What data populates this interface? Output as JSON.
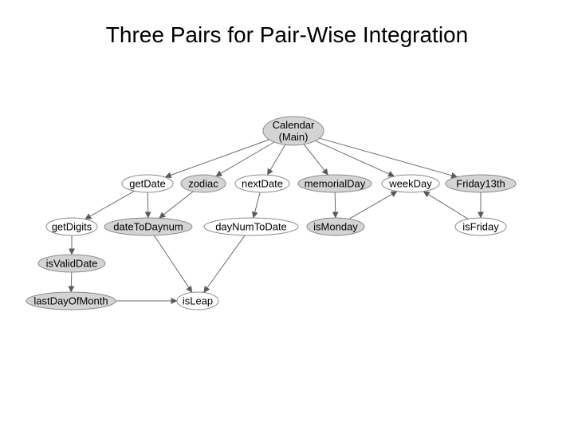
{
  "title": "Three Pairs for Pair-Wise Integration",
  "colors": {
    "shaded_fill": "#d4d4d4",
    "plain_fill": "#ffffff",
    "outline": "#8a8a8a",
    "edge": "#6a6a6a"
  },
  "nodes": [
    {
      "id": "calendar",
      "lines": [
        "Calendar",
        "(Main)"
      ],
      "shaded": true
    },
    {
      "id": "getDate",
      "lines": [
        "getDate"
      ],
      "shaded": false
    },
    {
      "id": "zodiac",
      "lines": [
        "zodiac"
      ],
      "shaded": true
    },
    {
      "id": "nextDate",
      "lines": [
        "nextDate"
      ],
      "shaded": false
    },
    {
      "id": "memorialDay",
      "lines": [
        "memorialDay"
      ],
      "shaded": true
    },
    {
      "id": "weekDay",
      "lines": [
        "weekDay"
      ],
      "shaded": false
    },
    {
      "id": "friday13th",
      "lines": [
        "Friday13th"
      ],
      "shaded": true
    },
    {
      "id": "getDigits",
      "lines": [
        "getDigits"
      ],
      "shaded": false
    },
    {
      "id": "dateToDaynum",
      "lines": [
        "dateToDaynum"
      ],
      "shaded": true
    },
    {
      "id": "dayNumToDate",
      "lines": [
        "dayNumToDate"
      ],
      "shaded": false
    },
    {
      "id": "isMonday",
      "lines": [
        "isMonday"
      ],
      "shaded": true
    },
    {
      "id": "isFriday",
      "lines": [
        "isFriday"
      ],
      "shaded": false
    },
    {
      "id": "isValidDate",
      "lines": [
        "isValidDate"
      ],
      "shaded": true
    },
    {
      "id": "lastDayOfMonth",
      "lines": [
        "lastDayOfMonth"
      ],
      "shaded": true
    },
    {
      "id": "isLeap",
      "lines": [
        "isLeap"
      ],
      "shaded": false
    }
  ],
  "edges": [
    {
      "from": "calendar",
      "to": "getDate"
    },
    {
      "from": "calendar",
      "to": "zodiac"
    },
    {
      "from": "calendar",
      "to": "nextDate"
    },
    {
      "from": "calendar",
      "to": "memorialDay"
    },
    {
      "from": "calendar",
      "to": "weekDay"
    },
    {
      "from": "calendar",
      "to": "friday13th"
    },
    {
      "from": "getDate",
      "to": "getDigits"
    },
    {
      "from": "getDate",
      "to": "dateToDaynum"
    },
    {
      "from": "zodiac",
      "to": "dateToDaynum"
    },
    {
      "from": "nextDate",
      "to": "dayNumToDate"
    },
    {
      "from": "memorialDay",
      "to": "isMonday"
    },
    {
      "from": "isMonday",
      "to": "weekDay"
    },
    {
      "from": "friday13th",
      "to": "isFriday"
    },
    {
      "from": "isFriday",
      "to": "weekDay"
    },
    {
      "from": "getDigits",
      "to": "isValidDate"
    },
    {
      "from": "isValidDate",
      "to": "lastDayOfMonth"
    },
    {
      "from": "lastDayOfMonth",
      "to": "isLeap"
    },
    {
      "from": "dateToDaynum",
      "to": "isLeap"
    },
    {
      "from": "dayNumToDate",
      "to": "isLeap"
    }
  ]
}
